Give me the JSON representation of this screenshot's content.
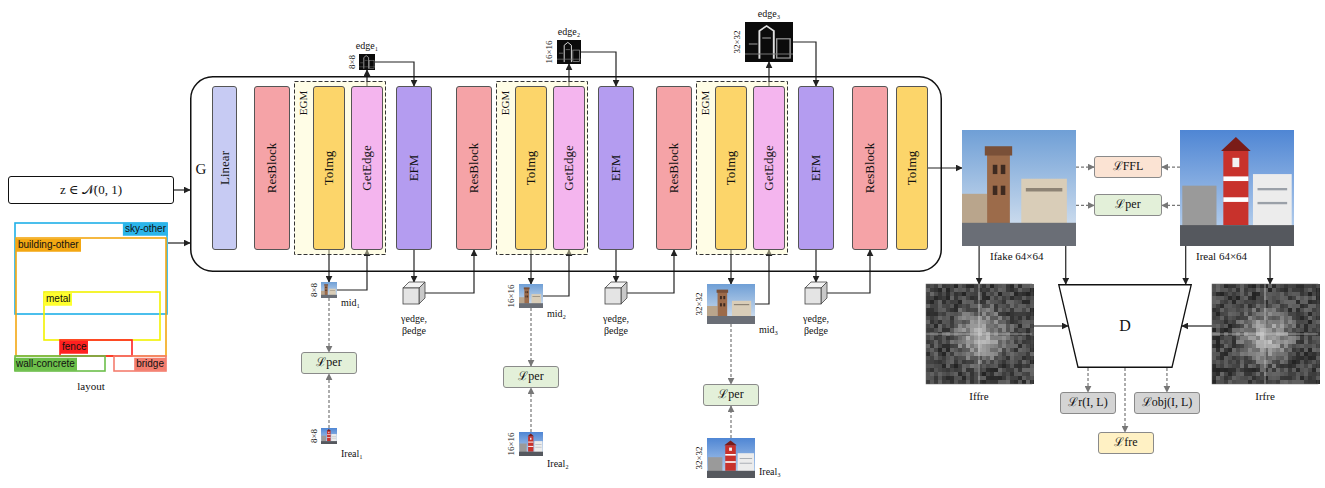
{
  "diagram": {
    "nodes": [
      {
        "text": [
          "z ∈ 𝒩(0, 1)"
        ]
      },
      {
        "text": [
          "sky-other",
          "building-other",
          "metal",
          "fence",
          "wall-concrete",
          "bridge",
          "layout"
        ]
      },
      {
        "text": [
          "G"
        ]
      },
      {
        "text": [
          "Linear"
        ],
        "in": 2
      },
      {
        "text": [
          "ResBlock"
        ],
        "in": 2
      },
      {
        "text": [
          "EGM"
        ],
        "in": 2
      },
      {
        "text": [
          "ToImg"
        ],
        "in": 5
      },
      {
        "text": [
          "GetEdge"
        ],
        "in": 5
      },
      {
        "text": [
          "EFM"
        ],
        "in": 2
      },
      {
        "text": [
          "ResBlock"
        ],
        "in": 2
      },
      {
        "text": [
          "EGM"
        ],
        "in": 2
      },
      {
        "text": [
          "ToImg"
        ],
        "in": 10
      },
      {
        "text": [
          "GetEdge"
        ],
        "in": 10
      },
      {
        "text": [
          "EFM"
        ],
        "in": 2
      },
      {
        "text": [
          "ResBlock"
        ],
        "in": 2
      },
      {
        "text": [
          "EGM"
        ],
        "in": 2
      },
      {
        "text": [
          "ToImg"
        ],
        "in": 15
      },
      {
        "text": [
          "GetEdge"
        ],
        "in": 15
      },
      {
        "text": [
          "EFM"
        ],
        "in": 2
      },
      {
        "text": [
          "ResBlock"
        ],
        "in": 2
      },
      {
        "text": [
          "ToImg"
        ],
        "in": 2
      },
      {
        "text": [
          "edge₁",
          "8×8"
        ]
      },
      {
        "text": [
          "edge₂",
          "16×16"
        ]
      },
      {
        "text": [
          "edge₃",
          "32×32"
        ]
      },
      {
        "text": [
          "8×8",
          "mid₁"
        ]
      },
      {
        "text": [
          "γedge, βedge"
        ]
      },
      {
        "text": [
          "16×16",
          "mid₂"
        ]
      },
      {
        "text": [
          "γedge, βedge"
        ]
      },
      {
        "text": [
          "32×32",
          "mid₃"
        ]
      },
      {
        "text": [
          "γedge, βedge"
        ]
      },
      {
        "text": [
          "ℒper"
        ]
      },
      {
        "text": [
          "ℒper"
        ]
      },
      {
        "text": [
          "ℒper"
        ]
      },
      {
        "text": [
          "8×8",
          "Ireal₁"
        ]
      },
      {
        "text": [
          "16×16",
          "Ireal₂"
        ]
      },
      {
        "text": [
          "32×32",
          "Ireal₃"
        ]
      },
      {
        "text": [
          "Ifake 64×64"
        ]
      },
      {
        "text": [
          "ℒFFL"
        ]
      },
      {
        "text": [
          "ℒper"
        ]
      },
      {
        "text": [
          "Ireal 64×64"
        ]
      },
      {
        "text": [
          "Iffre"
        ]
      },
      {
        "text": [
          "D"
        ]
      },
      {
        "text": [
          "Irfre"
        ]
      },
      {
        "text": [
          "ℒr(I, L)"
        ]
      },
      {
        "text": [
          "ℒobj(I, L)"
        ]
      },
      {
        "text": [
          "ℒfre"
        ]
      }
    ],
    "edges": [
      {
        "from": 0,
        "to": 2,
        "arrow": "to"
      },
      {
        "from": 1,
        "to": 2,
        "arrow": "to"
      },
      {
        "from": 7,
        "to": 21,
        "arrow": "to"
      },
      {
        "from": 21,
        "to": 8,
        "arrow": "to"
      },
      {
        "from": 6,
        "to": 24,
        "arrow": "to"
      },
      {
        "from": 24,
        "to": 7,
        "arrow": "to"
      },
      {
        "from": 8,
        "to": 25,
        "arrow": "to"
      },
      {
        "from": 25,
        "to": 9,
        "arrow": "to"
      },
      {
        "from": 24,
        "to": 30,
        "arrow": "to"
      },
      {
        "from": 33,
        "to": 30,
        "arrow": "to"
      },
      {
        "from": 12,
        "to": 22,
        "arrow": "to"
      },
      {
        "from": 22,
        "to": 13,
        "arrow": "to"
      },
      {
        "from": 11,
        "to": 26,
        "arrow": "to"
      },
      {
        "from": 26,
        "to": 12,
        "arrow": "to"
      },
      {
        "from": 13,
        "to": 27,
        "arrow": "to"
      },
      {
        "from": 27,
        "to": 14,
        "arrow": "to"
      },
      {
        "from": 26,
        "to": 31,
        "arrow": "to"
      },
      {
        "from": 34,
        "to": 31,
        "arrow": "to"
      },
      {
        "from": 17,
        "to": 23,
        "arrow": "to"
      },
      {
        "from": 23,
        "to": 18,
        "arrow": "to"
      },
      {
        "from": 16,
        "to": 28,
        "arrow": "to"
      },
      {
        "from": 28,
        "to": 17,
        "arrow": "to"
      },
      {
        "from": 18,
        "to": 29,
        "arrow": "to"
      },
      {
        "from": 29,
        "to": 19,
        "arrow": "to"
      },
      {
        "from": 28,
        "to": 32,
        "arrow": "to"
      },
      {
        "from": 35,
        "to": 32,
        "arrow": "to"
      },
      {
        "from": 20,
        "to": 36,
        "arrow": "to"
      },
      {
        "from": 36,
        "to": 37,
        "arrow": "to"
      },
      {
        "from": 39,
        "to": 37,
        "arrow": "to"
      },
      {
        "from": 36,
        "to": 38,
        "arrow": "to"
      },
      {
        "from": 39,
        "to": 38,
        "arrow": "to"
      },
      {
        "from": 36,
        "to": 40,
        "arrow": "to"
      },
      {
        "from": 36,
        "to": 41,
        "arrow": "to"
      },
      {
        "from": 39,
        "to": 41,
        "arrow": "to"
      },
      {
        "from": 39,
        "to": 42,
        "arrow": "to"
      },
      {
        "from": 40,
        "to": 41,
        "arrow": "to"
      },
      {
        "from": 42,
        "to": 41,
        "arrow": "to"
      },
      {
        "from": 41,
        "to": 43,
        "arrow": "to"
      },
      {
        "from": 41,
        "to": 45,
        "arrow": "to"
      },
      {
        "from": 41,
        "to": 44,
        "arrow": "to"
      }
    ]
  }
}
